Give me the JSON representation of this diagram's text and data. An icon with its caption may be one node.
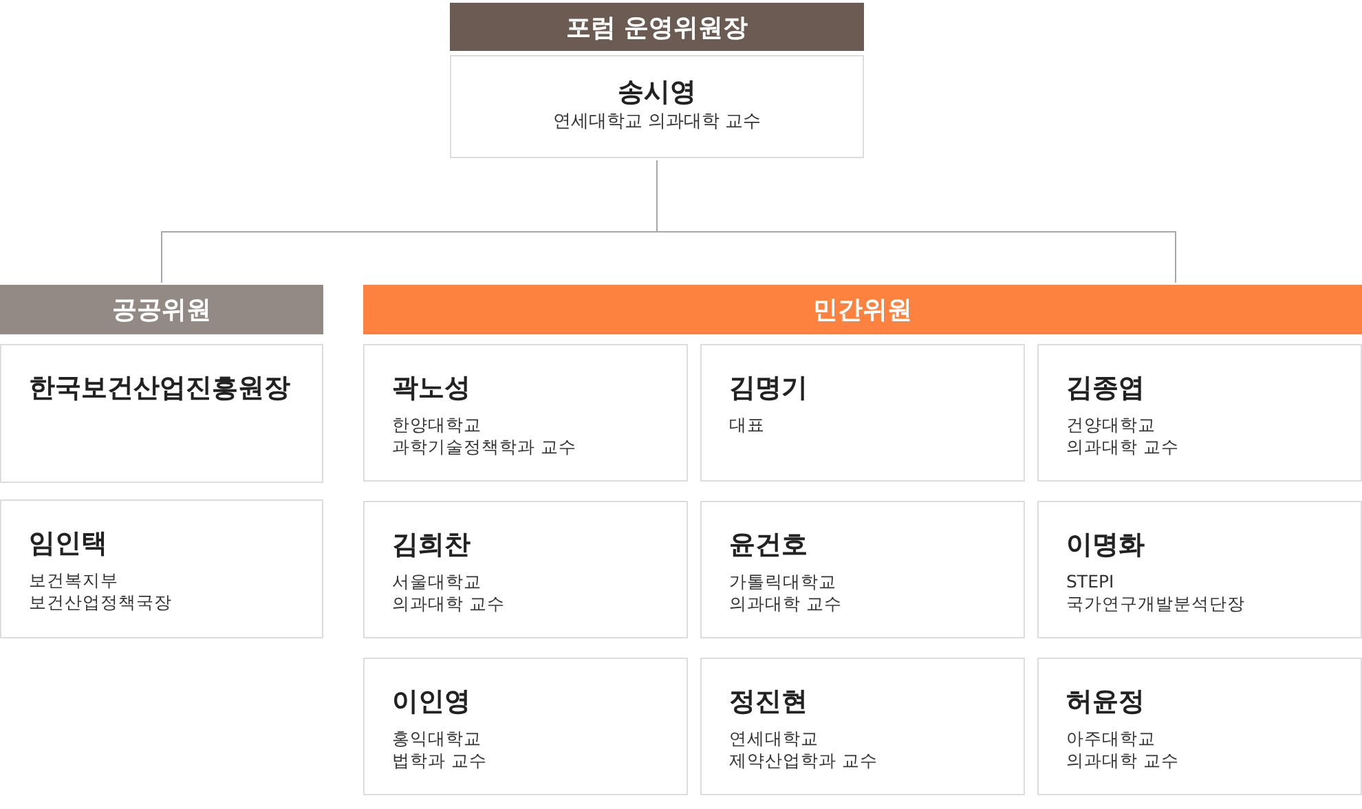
{
  "diagram": {
    "nodes": [
      {
        "text": [
          "포럼 운영위원장"
        ]
      },
      {
        "text": [
          "송시영",
          "연세대학교 의과대학 교수"
        ]
      },
      {
        "text": [
          "공공위원"
        ]
      },
      {
        "text": [
          "한국보건산업진흥원장"
        ]
      },
      {
        "text": [
          "임인택",
          "보건복지부 보건산업정책국장"
        ]
      },
      {
        "text": [
          "민간위원"
        ]
      },
      {
        "text": [
          "곽노성",
          "한양대학교 과학기술정책학과 교수"
        ]
      },
      {
        "text": [
          "김명기",
          "대표"
        ]
      },
      {
        "text": [
          "김종엽",
          "건양대학교 의과대학 교수"
        ]
      },
      {
        "text": [
          "김희찬",
          "서울대학교 의과대학 교수"
        ]
      },
      {
        "text": [
          "윤건호",
          "가톨릭대학교 의과대학 교수"
        ]
      },
      {
        "text": [
          "이명화",
          "STEPI 국가연구개발분석단장"
        ]
      },
      {
        "text": [
          "이인영",
          "홍익대학교 법학과 교수"
        ]
      },
      {
        "text": [
          "정진현",
          "연세대학교 제약산업학과 교수"
        ]
      },
      {
        "text": [
          "허윤정",
          "아주대학교 의과대학 교수"
        ]
      }
    ],
    "edges": [
      {
        "from": 1,
        "to": 2,
        "arrow": "none"
      },
      {
        "from": 1,
        "to": 5,
        "arrow": "none"
      }
    ]
  }
}
